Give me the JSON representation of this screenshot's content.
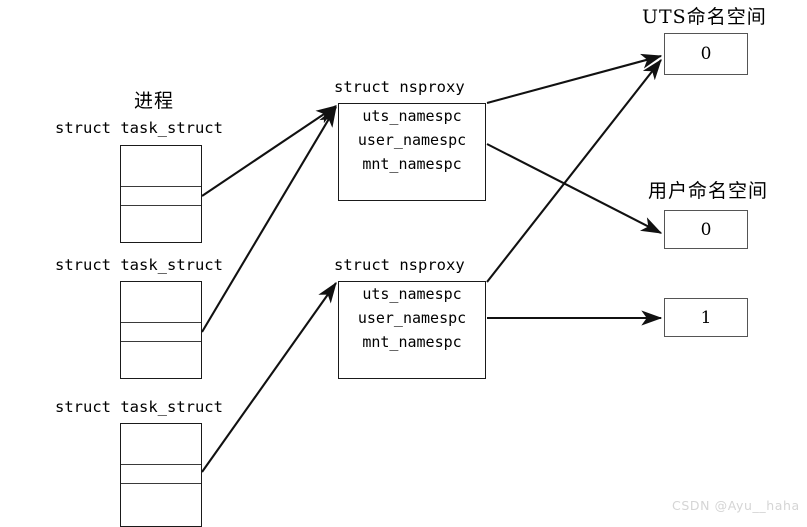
{
  "diagram": {
    "title_process": "进程",
    "watermark": "CSDN @Ayu__haha",
    "namespace_titles": {
      "uts": "UTS命名空间",
      "user": "用户命名空间"
    },
    "task_structs": [
      {
        "label": "struct task_struct"
      },
      {
        "label": "struct task_struct"
      },
      {
        "label": "struct task_struct"
      }
    ],
    "nsproxies": [
      {
        "label": "struct nsproxy",
        "fields": [
          "uts_namespc",
          "user_namespc",
          "mnt_namespc",
          ""
        ]
      },
      {
        "label": "struct nsproxy",
        "fields": [
          "uts_namespc",
          "user_namespc",
          "mnt_namespc",
          ""
        ]
      }
    ],
    "namespace_values": [
      {
        "name": "uts-ns-zero",
        "value": "0"
      },
      {
        "name": "user-ns-zero",
        "value": "0"
      },
      {
        "name": "user-ns-one",
        "value": "1"
      }
    ],
    "colors": {
      "stroke": "#1a1a1a",
      "box_border": "#555555",
      "background": "#ffffff",
      "watermark": "#d5d5d5"
    }
  }
}
